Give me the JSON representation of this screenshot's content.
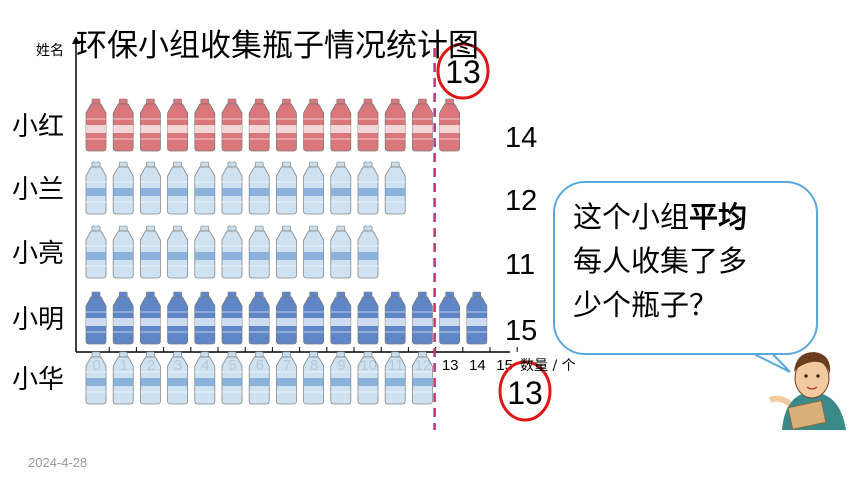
{
  "chart_data": {
    "type": "bar",
    "title": "环保小组收集瓶子情况统计图",
    "ylabel": "姓名",
    "xlabel": "数量 / 个",
    "categories": [
      "小红",
      "小兰",
      "小亮",
      "小明",
      "小华"
    ],
    "values": [
      14,
      12,
      11,
      15,
      13
    ],
    "xlim": [
      0,
      15
    ],
    "x_ticks": [
      0,
      1,
      2,
      3,
      4,
      5,
      6,
      7,
      8,
      9,
      10,
      11,
      12,
      13,
      14,
      15
    ],
    "average_line": 13,
    "average_label": "13",
    "result_label": "13",
    "colors": {
      "小红": "#d9777b",
      "小兰": "#c9dff0",
      "小亮": "#c9dff0",
      "小明": "#5f86c7",
      "小华": "#c9dff0",
      "average_line": "#c0337a",
      "circle": "#e01515"
    }
  },
  "bubble": {
    "line1_normal": "这个小组",
    "line1_bold": "平均",
    "line2": "每人收集了多",
    "line3": "少个瓶子？"
  },
  "footer": {
    "date": "2024-4-28"
  }
}
